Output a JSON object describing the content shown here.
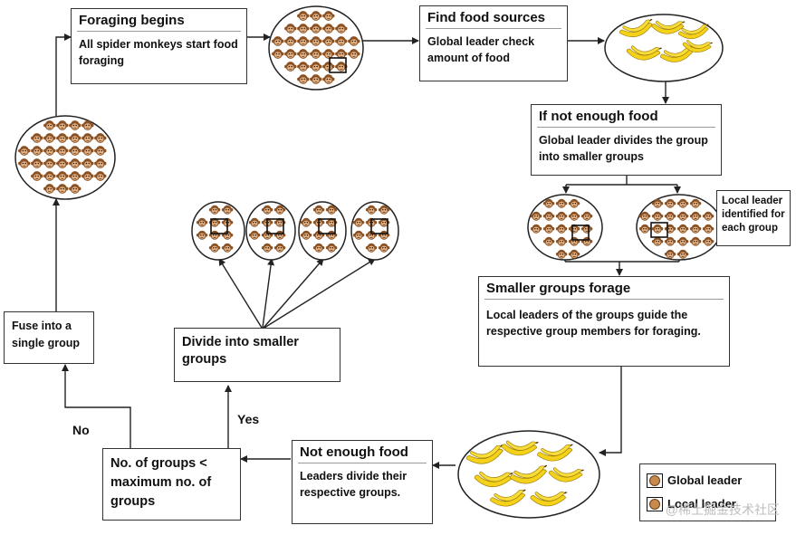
{
  "boxes": {
    "foraging": {
      "title": "Foraging begins",
      "desc": "All spider monkeys start food foraging"
    },
    "find": {
      "title": "Find food sources",
      "desc": "Global leader check amount of food"
    },
    "ifnot": {
      "title": "If not enough food",
      "desc": "Global leader divides the group into smaller groups"
    },
    "smaller": {
      "title": "Smaller groups forage",
      "desc": "Local leaders of the groups guide the respective group members for foraging."
    },
    "notenough": {
      "title": "Not enough food",
      "desc": "Leaders divide their respective groups."
    },
    "numgroups": {
      "text": "No. of groups < maximum no. of groups"
    },
    "divide": {
      "text": "Divide into smaller groups"
    },
    "fuse": {
      "text": "Fuse into a single group"
    }
  },
  "edge_labels": {
    "yes": "Yes",
    "no": "No"
  },
  "note": "Local leader identified for each group",
  "legend": {
    "global": "Global leader",
    "local": "Local leader"
  },
  "watermark": "@稀土掘金技术社区",
  "colors": {
    "monkey_face": "#c98a4e",
    "banana": "#f5d21a",
    "outline": "#333333"
  },
  "icons": [
    "spider-monkey-icon",
    "banana-bunch-icon"
  ]
}
